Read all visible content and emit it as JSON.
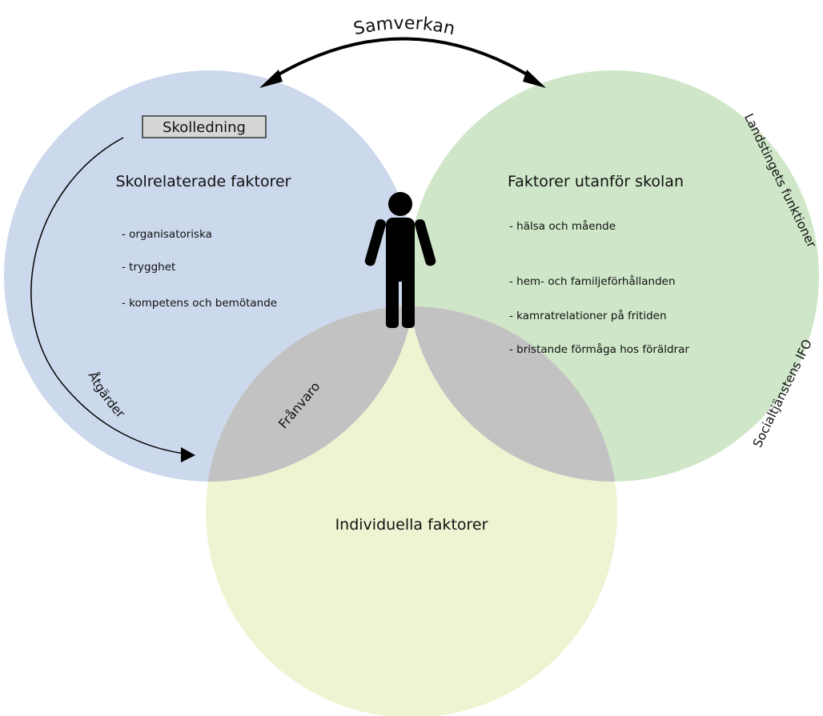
{
  "colors": {
    "school_circle": "#ccd8ec",
    "outside_circle": "#cfe6c8",
    "individual_circle": "#f0f3d2",
    "overlap": "#c2c2c2",
    "person": "#000000",
    "box_fill": "#d6d6d6"
  },
  "top_label": "Samverkan",
  "box_label": "Skolledning",
  "left": {
    "title": "Skolrelaterade faktorer",
    "items": [
      "- organisatoriska",
      "- trygghet",
      "- kompetens och bemötande"
    ]
  },
  "right": {
    "title": "Faktorer utanför skolan",
    "items": [
      "- hälsa och mående",
      "- hem- och familjeförhållanden",
      "- kamratrelationer på fritiden",
      "- bristande förmåga hos föräldrar"
    ]
  },
  "bottom": {
    "title": "Individuella faktorer"
  },
  "overlap_label": "Frånvaro",
  "arrow_label": "Åtgärder",
  "side_labels": {
    "upper": "Landstingets funktioner",
    "lower": "Socialtjänstens IFO"
  },
  "icons": {
    "person": "person-icon"
  }
}
